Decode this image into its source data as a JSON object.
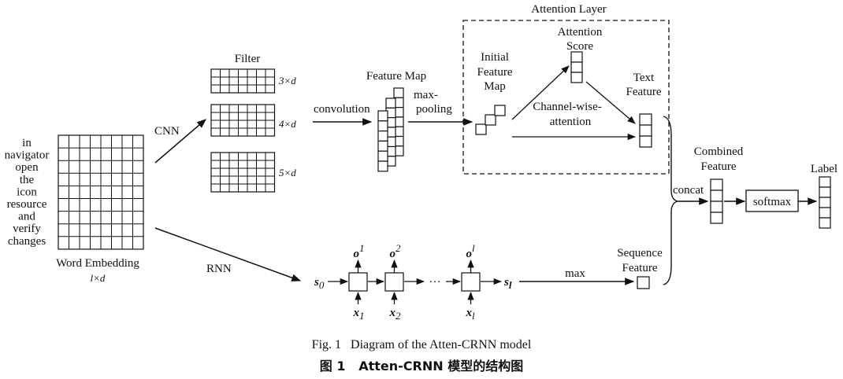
{
  "input_words": [
    "in",
    "navigator",
    "open",
    "the",
    "icon",
    "resource",
    "and",
    "verify",
    "changes"
  ],
  "labels": {
    "word_embedding": "Word Embedding",
    "word_embedding_dim": "l×d",
    "cnn": "CNN",
    "rnn": "RNN",
    "filter": "Filter",
    "filter_sizes": [
      "3×d",
      "4×d",
      "5×d"
    ],
    "convolution": "convolution",
    "feature_map": "Feature Map",
    "max_pooling_1": "max-",
    "max_pooling_2": "pooling",
    "attention_layer": "Attention Layer",
    "initial_feature_map": [
      "Initial",
      "Feature",
      "Map"
    ],
    "attention_score": [
      "Attention",
      "Score"
    ],
    "channel_wise": [
      "Channel-wise-",
      "attention"
    ],
    "text_feature": [
      "Text",
      "Feature"
    ],
    "concat": "concat",
    "combined_feature": [
      "Combined",
      "Feature"
    ],
    "softmax": "softmax",
    "label": "Label",
    "sequence_feature": [
      "Sequence",
      "Feature"
    ],
    "max": "max",
    "ellipsis": "···",
    "s0": "s",
    "s0_sub": "0",
    "sl": "s",
    "sl_sub": "l",
    "o": "o",
    "o_sups": [
      "1",
      "2",
      "l"
    ],
    "x": "x",
    "x_subs": [
      "1",
      "2",
      "l"
    ]
  },
  "caption": {
    "english": "Fig. 1   Diagram of the Atten-CRNN model",
    "chinese": "图 1   Atten-CRNN 模型的结构图"
  }
}
